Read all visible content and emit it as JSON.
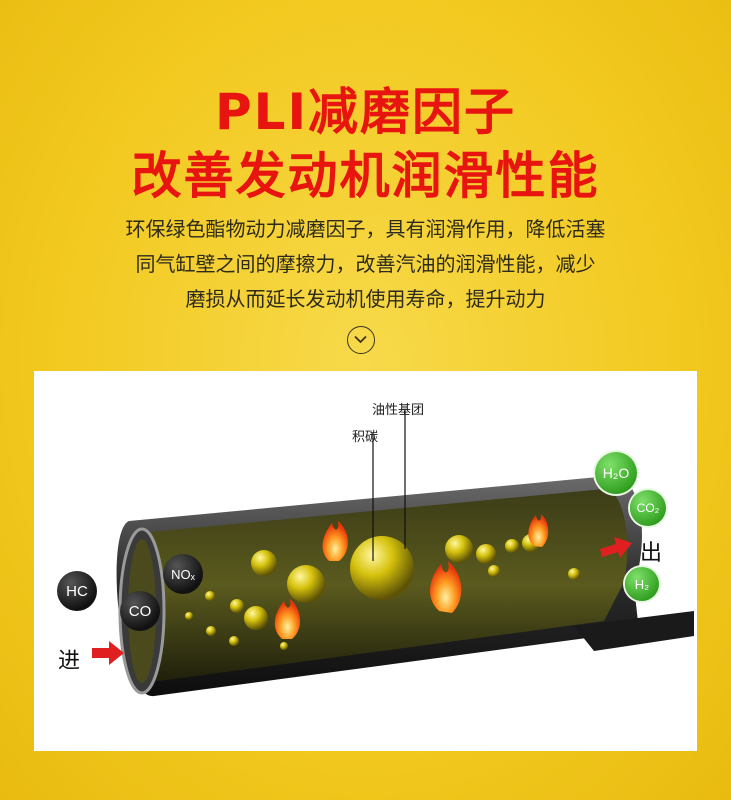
{
  "title_line1": "PLI减磨因子",
  "title_line2": "改善发动机润滑性能",
  "description": [
    "环保绿色酯物动力减磨因子，具有润滑作用，降低活塞",
    "同气缸壁之间的摩擦力，改善汽油的润滑性能，减少",
    "磨损从而延长发动机使用寿命，提升动力"
  ],
  "diagram": {
    "label_oil_group": "油性基团",
    "label_carbon": "积碳",
    "inlet_label": "进",
    "outlet_label": "出",
    "inlet_gases": [
      "HC",
      "CO",
      "NOₓ"
    ],
    "outlet_gases": [
      "H₂O",
      "CO₂",
      "H₂"
    ]
  },
  "colors": {
    "title_red": "#e8140f",
    "background_yellow": "#f2c91f",
    "arrow_red": "#e02020",
    "gas_green": "#3aa828"
  },
  "icons": [
    "chevron-down-icon",
    "flame-icon",
    "oil-droplet-icon",
    "arrow-right-icon"
  ]
}
